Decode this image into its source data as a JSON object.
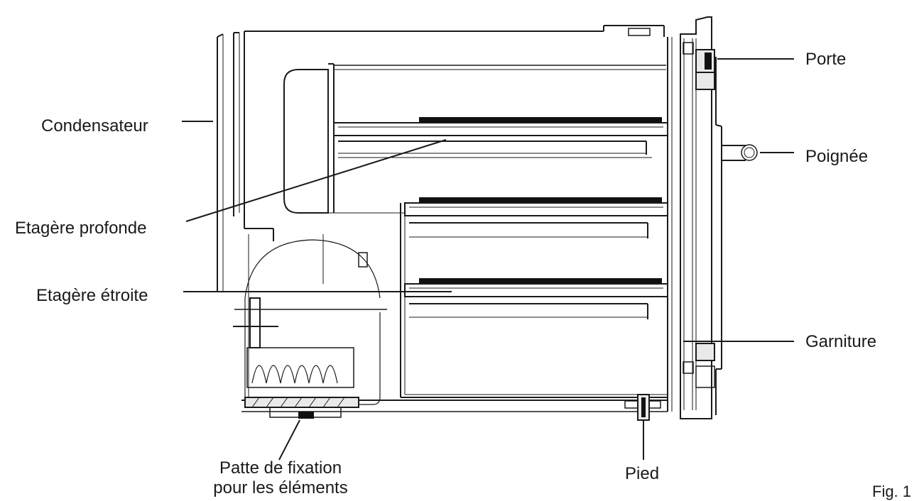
{
  "labels": {
    "porte": "Porte",
    "condensateur": "Condensateur",
    "poignee": "Poignée",
    "etagere_profonde": "Etagère profonde",
    "etagere_etroite": "Etagère étroite",
    "garniture": "Garniture",
    "patte_line1": "Patte de fixation",
    "patte_line2": "pour les éléments",
    "pied": "Pied"
  },
  "figure_label": "Fig. 1",
  "colors": {
    "ink": "#1a1a1a",
    "fill_dark": "#111111",
    "fill_light": "#e9e9e9",
    "background": "#ffffff"
  }
}
